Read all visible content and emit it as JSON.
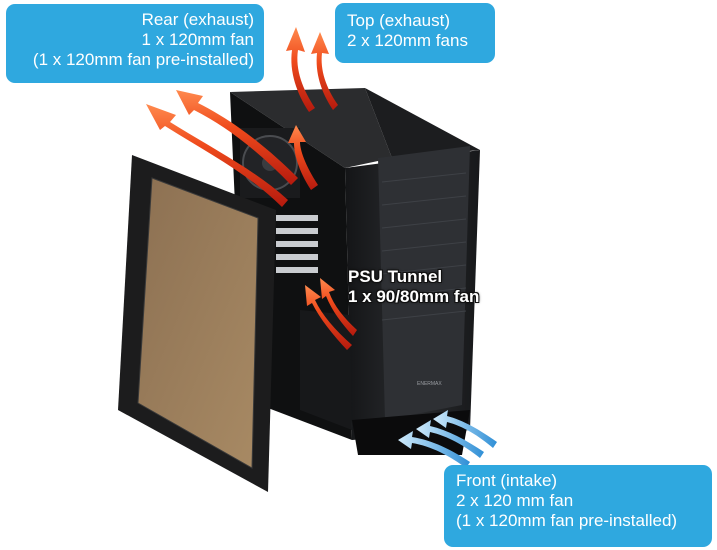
{
  "callouts": {
    "rear": {
      "title": "Rear (exhaust)",
      "line2": "1 x 120mm fan",
      "line3": "(1 x 120mm fan pre-installed)"
    },
    "top": {
      "title": "Top (exhaust)",
      "line2": "2 x 120mm fans"
    },
    "psu": {
      "title": "PSU Tunnel",
      "line2": "1 x 90/80mm fan"
    },
    "front": {
      "title": "Front (intake)",
      "line2": "2 x 120 mm fan",
      "line3": "(1 x 120mm fan pre-installed)"
    }
  },
  "brand": {
    "front_logo": "ENERMAX"
  },
  "colors": {
    "callout": "#2fa8df",
    "exhaust_arrow": "#e8441d",
    "intake_arrow": "#8fcdf2",
    "case": "#1e1f21"
  }
}
